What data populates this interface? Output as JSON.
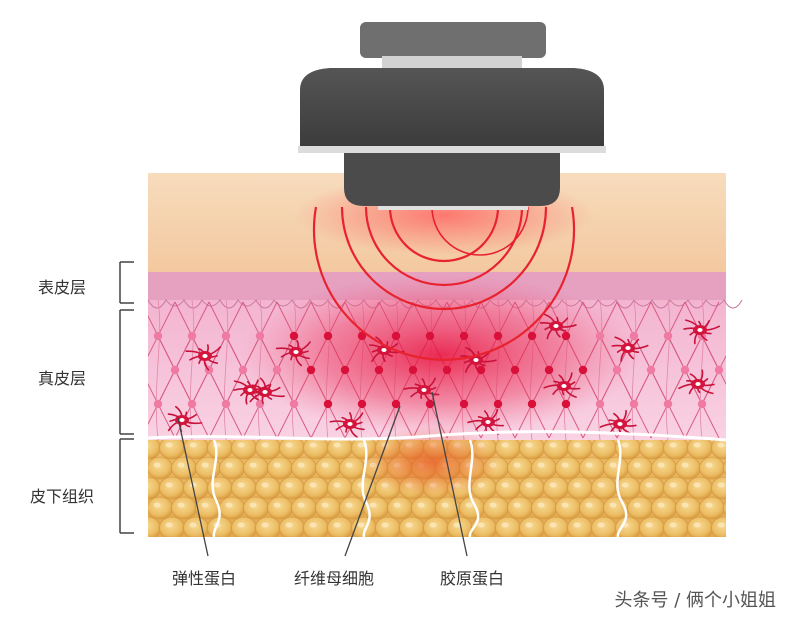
{
  "layers": {
    "epidermis": "表皮层",
    "dermis": "真皮层",
    "subcutaneous": "皮下组织"
  },
  "callouts": {
    "elastin": "弹性蛋白",
    "fibroblast": "纤维母细胞",
    "collagen": "胶原蛋白"
  },
  "watermark": "头条号 / 俩个小姐姐",
  "colors": {
    "skin_top": "#f5d3b0",
    "epidermis": "#e7a6c4",
    "dermis": "#f6c6dc",
    "fat": "#e9b75e",
    "device": "#4a4a4a",
    "rf_wave": "#e8222e",
    "cell": "#d4143c"
  }
}
